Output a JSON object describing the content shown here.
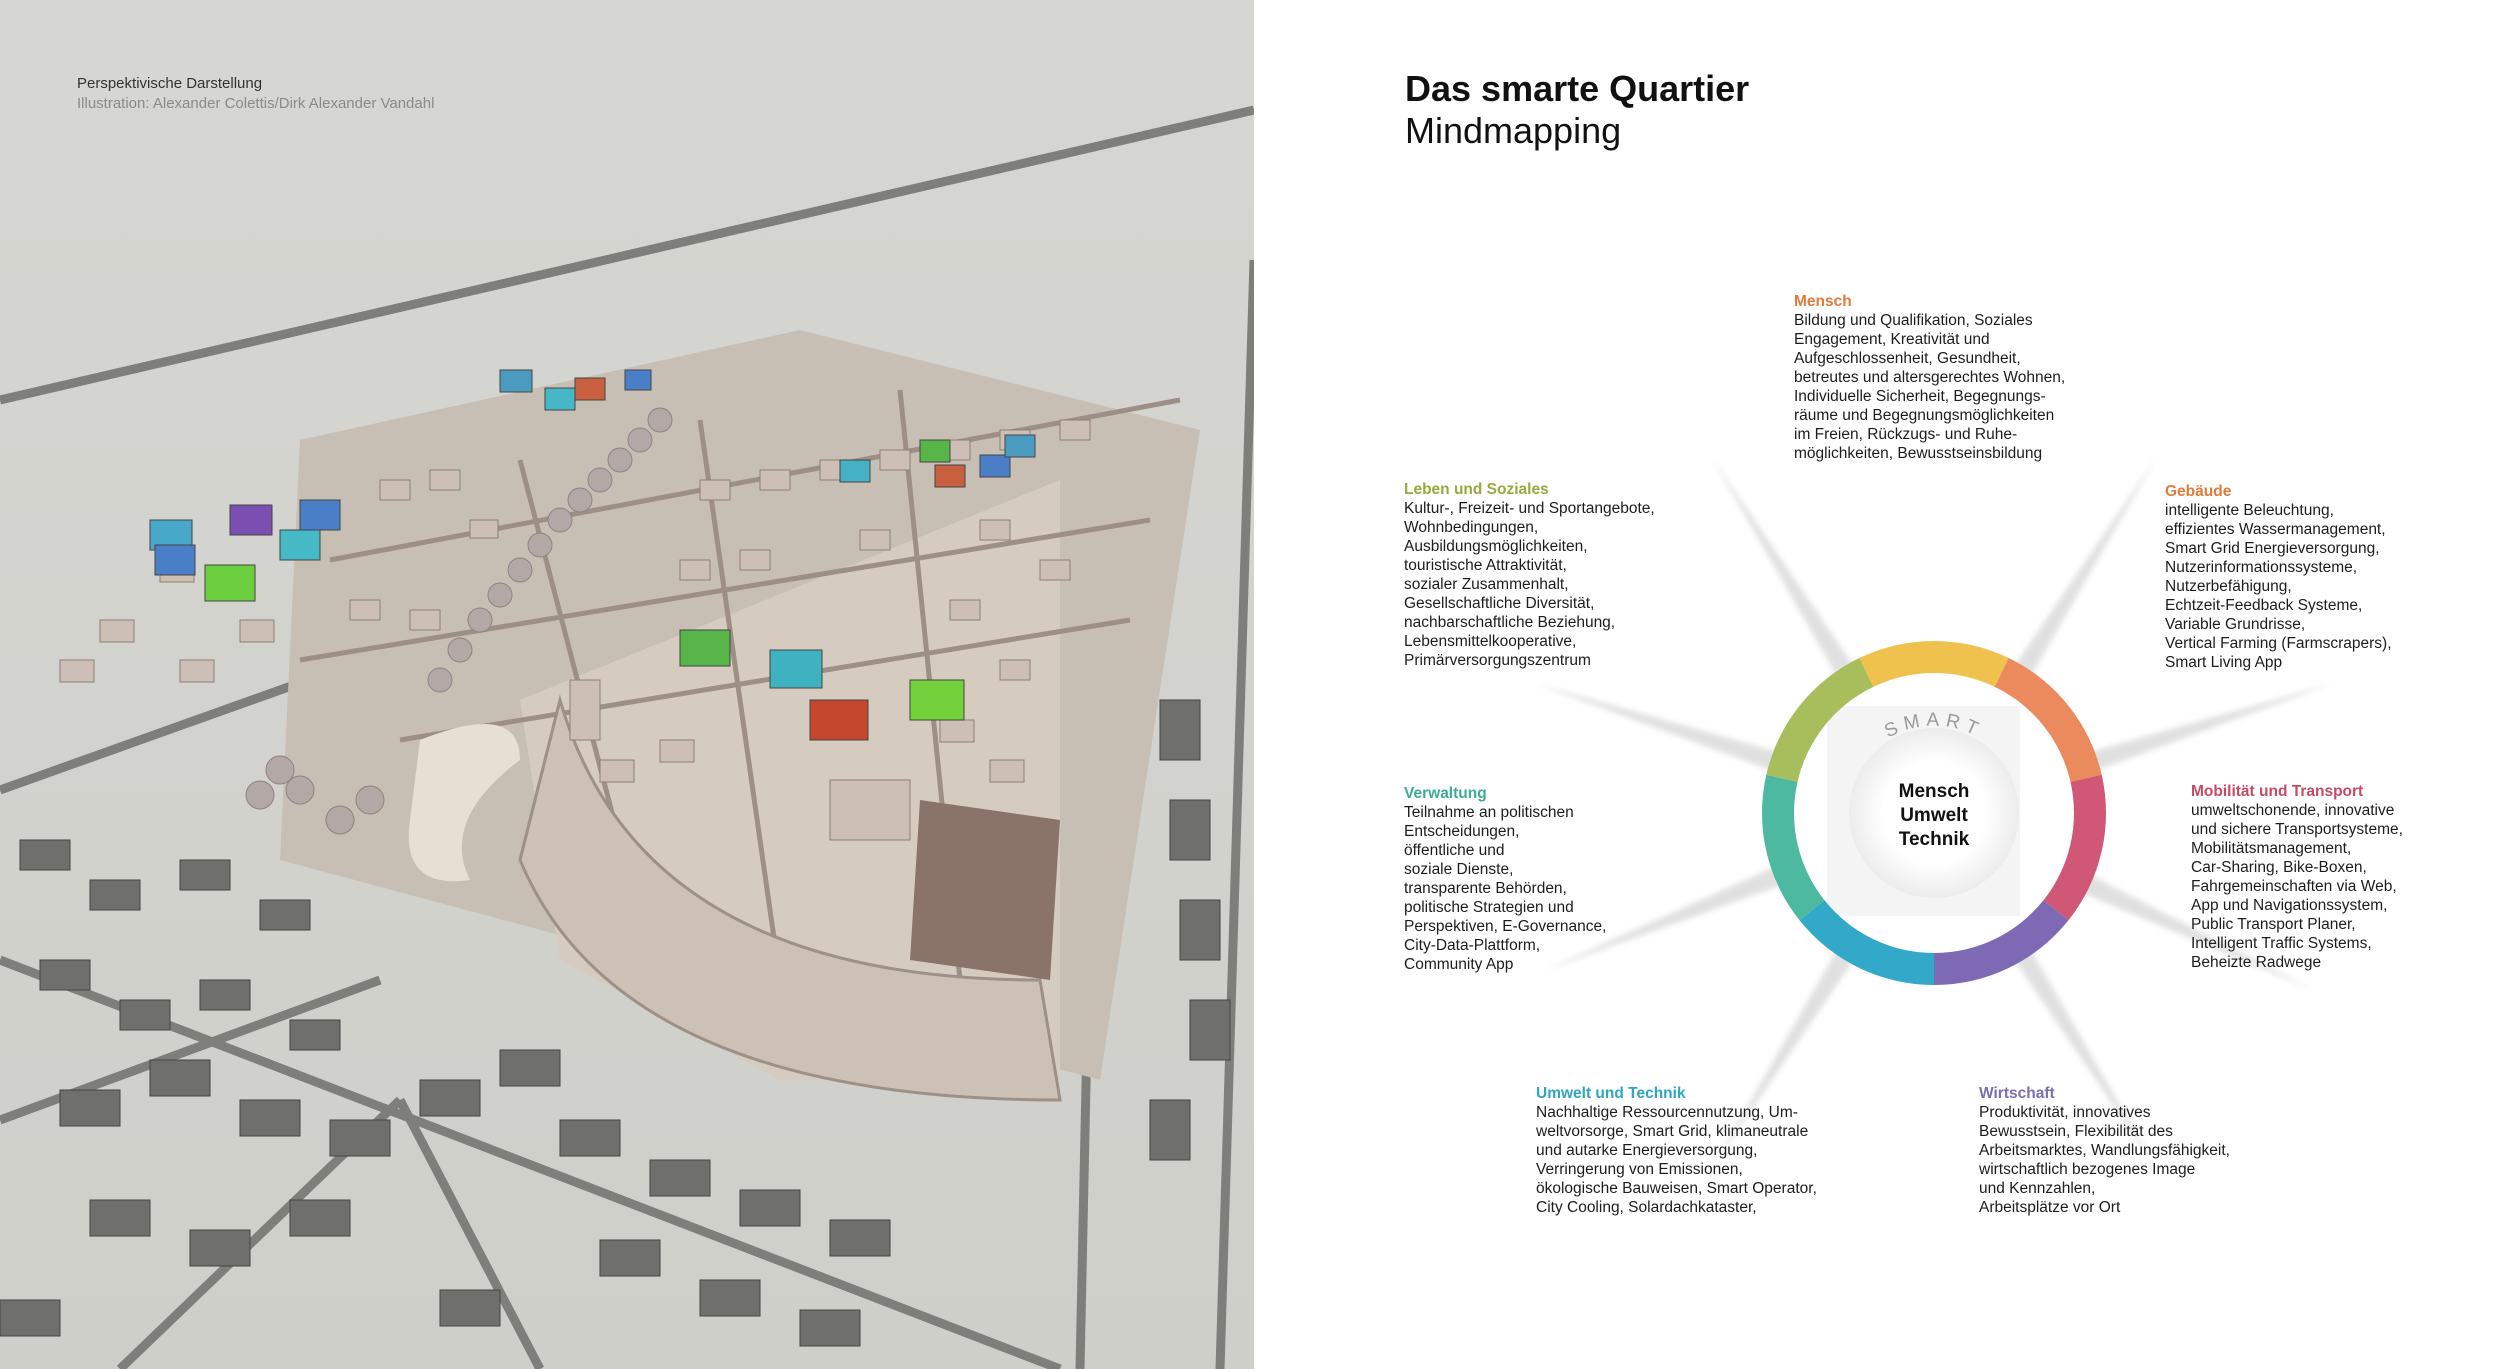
{
  "caption": {
    "line1": "Perspektivische Darstellung",
    "line2": "Illustration: Alexander Colettis/Dirk Alexander Vandahl"
  },
  "heading": {
    "title": "Das smarte Quartier",
    "subtitle": "Mindmapping"
  },
  "center": {
    "smart": "SMART",
    "line1": "Mensch",
    "line2": "Umwelt",
    "line3": "Technik"
  },
  "categories": [
    {
      "key": "mensch",
      "title": "Mensch",
      "color": "#e07b3c",
      "text": "Bildung und Qualifikation, Soziales\nEngagement, Kreativität und\nAufgeschlossenheit, Gesundheit,\nbetreutes und altersgerechtes Wohnen,\nIndividuelle Sicherheit, Begegnungs-\nräume und Begegnungsmöglichkeiten\nim Freien, Rückzugs- und Ruhe-\nmöglichkeiten, Bewusstseinsbildung"
    },
    {
      "key": "gebaeude",
      "title": "Gebäude",
      "color": "#e07b3c",
      "text": "intelligente Beleuchtung,\neffizientes Wassermanagement,\nSmart Grid Energieversorgung,\nNutzerinformationssysteme,\nNutzerbefähigung,\nEchtzeit-Feedback Systeme,\nVariable Grundrisse,\nVertical Farming (Farmscrapers),\nSmart Living App"
    },
    {
      "key": "mobilitaet",
      "title": "Mobilität und Transport",
      "color": "#c64a63",
      "text": "umweltschonende, innovative\nund sichere Transportsysteme,\nMobilitätsmanagement,\nCar-Sharing, Bike-Boxen,\nFahrgemeinschaften via Web,\nApp und Navigationssystem,\nPublic Transport Planer,\nIntelligent Traffic Systems,\nBeheizte Radwege"
    },
    {
      "key": "wirtschaft",
      "title": "Wirtschaft",
      "color": "#7b6db3",
      "text": "Produktivität, innovatives\nBewusstsein, Flexibilität des\nArbeitsmarktes, Wandlungsfähigkeit,\nwirtschaftlich bezogenes Image\nund Kennzahlen,\nArbeitsplätze vor Ort"
    },
    {
      "key": "umwelt",
      "title": "Umwelt und Technik",
      "color": "#2fa5c0",
      "text": "Nachhaltige Ressourcennutzung, Um-\nweltvorsorge, Smart Grid, klimaneutrale\nund autarke Energieversorgung,\nVerringerung von Emissionen,\nökologische Bauweisen, Smart Operator,\nCity Cooling, Solardachkataster,"
    },
    {
      "key": "verwaltung",
      "title": "Verwaltung",
      "color": "#3dab96",
      "text": "Teilnahme an politischen\nEntscheidungen,\nöffentliche und\nsoziale Dienste,\ntransparente Behörden,\npolitische Strategien und\nPerspektiven, E-Governance,\nCity-Data-Plattform,\nCommunity App"
    },
    {
      "key": "leben",
      "title": "Leben und Soziales",
      "color": "#98a83d",
      "text": "Kultur-, Freizeit- und Sportangebote,\nWohnbedingungen,\nAusbildungsmöglichkeiten,\ntouristische Attraktivität,\nsozialer Zusammenhalt,\nGesellschaftliche Diversität,\nnachbarschaftliche Beziehung,\nLebensmittelkooperative,\nPrimärversorgungszentrum"
    }
  ],
  "ring_colors": [
    "#efc24d",
    "#eb8a5c",
    "#d05775",
    "#7e69b5",
    "#33a9c9",
    "#4db9a0",
    "#a8bd5c"
  ]
}
